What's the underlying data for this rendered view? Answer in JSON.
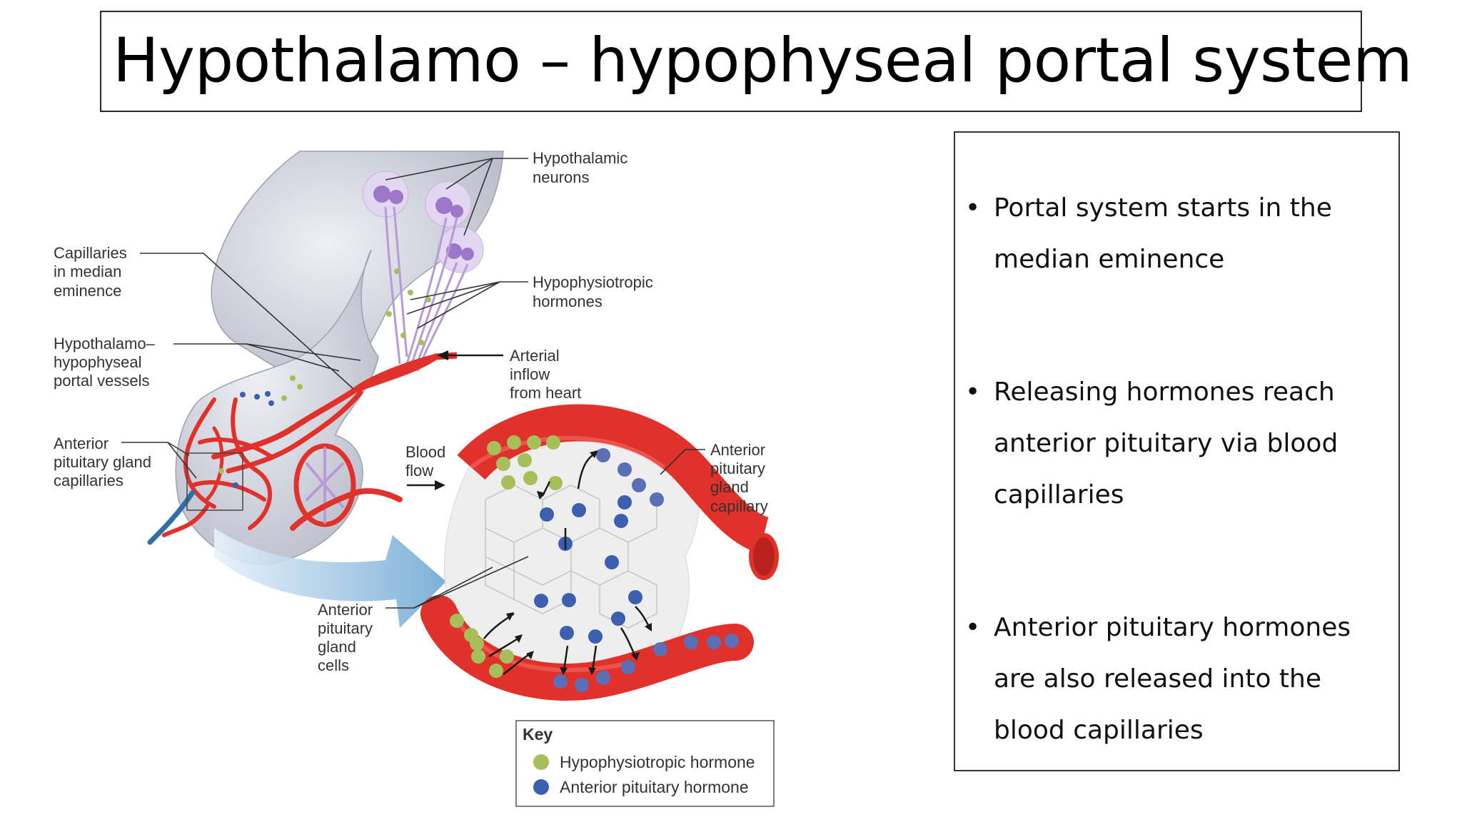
{
  "slide": {
    "title": "Hypothalamo – hypophyseal portal system",
    "bullets": [
      "Portal system starts in the median eminence",
      "Releasing hormones reach anterior pituitary via blood capillaries",
      "Anterior pituitary hormones are  also released into the blood capillaries"
    ]
  },
  "diagram": {
    "labels": {
      "hypothalamic_neurons": [
        "Hypothalamic",
        "neurons"
      ],
      "capillaries_median_eminence": [
        "Capillaries",
        "in median",
        "eminence"
      ],
      "hypophysiotropic_hormones": [
        "Hypophysiotropic",
        "hormones"
      ],
      "portal_vessels": [
        "Hypothalamo–",
        "hypophyseal",
        "portal vessels"
      ],
      "arterial_inflow": [
        "Arterial",
        "inflow",
        "from heart"
      ],
      "anterior_pituitary_capillaries": [
        "Anterior",
        "pituitary gland",
        "capillaries"
      ],
      "blood_flow": [
        "Blood",
        "flow"
      ],
      "anterior_pituitary_capillary": [
        "Anterior",
        "pituitary",
        "gland",
        "capillary"
      ],
      "anterior_pituitary_cells": [
        "Anterior",
        "pituitary",
        "gland",
        "cells"
      ]
    },
    "key": {
      "title": "Key",
      "items": [
        {
          "label": "Hypophysiotropic hormone",
          "color": "#a6bf5a"
        },
        {
          "label": "Anterior pituitary hormone",
          "color": "#3d5fb0"
        }
      ]
    },
    "colors": {
      "vessel_red": "#e0312b",
      "tissue_gray": "#d4d6df",
      "neuron_purple": "#b79ad6",
      "arrow_blue": "#7fb4d8"
    }
  }
}
